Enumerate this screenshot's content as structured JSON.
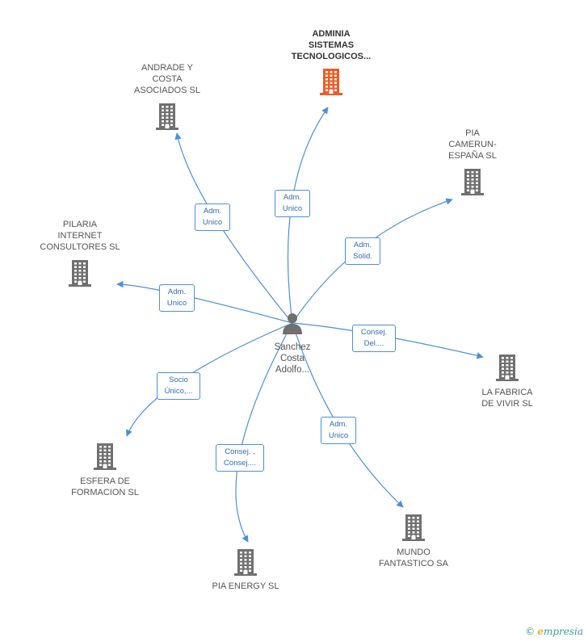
{
  "center": {
    "label": "Sanchez\nCosta\nAdolfo..."
  },
  "companies": [
    {
      "id": "adminia",
      "label": "ADMINIA\nSISTEMAS\nTECNOLOGICOS...",
      "highlight": true
    },
    {
      "id": "andrade",
      "label": "ANDRADE Y\nCOSTA\nASOCIADOS SL",
      "highlight": false
    },
    {
      "id": "pia-camerun",
      "label": "PIA\nCAMERUN-\nESPAÑA SL",
      "highlight": false
    },
    {
      "id": "pilaria",
      "label": "PILARIA\nINTERNET\nCONSULTORES SL",
      "highlight": false
    },
    {
      "id": "fabrica",
      "label": "LA FABRICA\nDE VIVIR SL",
      "highlight": false
    },
    {
      "id": "esfera",
      "label": "ESFERA DE\nFORMACION SL",
      "highlight": false
    },
    {
      "id": "mundo",
      "label": "MUNDO\nFANTASTICO SA",
      "highlight": false
    },
    {
      "id": "pia-energy",
      "label": "PIA ENERGY SL",
      "highlight": false
    }
  ],
  "roles": [
    {
      "target": "adminia",
      "label": "Adm.\nUnico"
    },
    {
      "target": "andrade",
      "label": "Adm.\nUnico"
    },
    {
      "target": "pia-camerun",
      "label": "Adm.\nSolid."
    },
    {
      "target": "pilaria",
      "label": "Adm.\nUnico"
    },
    {
      "target": "fabrica",
      "label": "Consej.\nDel...."
    },
    {
      "target": "esfera",
      "label": "Socio\nÚnico,..."
    },
    {
      "target": "mundo",
      "label": "Adm.\nUnico"
    },
    {
      "target": "pia-energy",
      "label": "Consej. ,\nConsej...."
    }
  ],
  "colors": {
    "edge": "#4a90d9",
    "building": "#707070",
    "highlight": "#f05a28",
    "person": "#707070"
  },
  "footer": {
    "copyright": "©",
    "brand_e": "e",
    "brand_rest": "mpresia"
  }
}
